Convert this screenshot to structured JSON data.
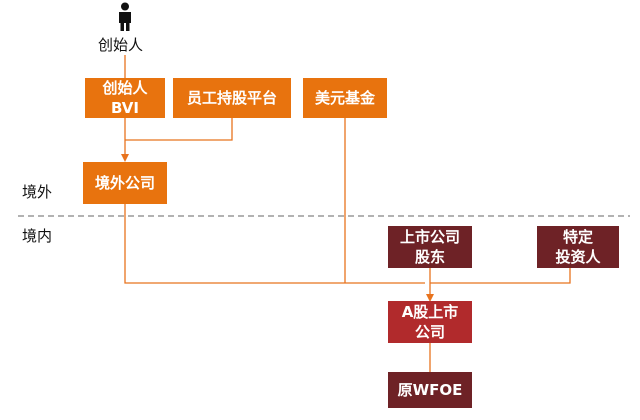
{
  "founder": {
    "label": "创始人",
    "icon": "person-icon"
  },
  "boxes": {
    "founder_bvi": "创始人\nBVI",
    "esop_platform": "员工持股平台",
    "usd_fund": "美元基金",
    "offshore_company": "境外公司",
    "listed_shareholders": "上市公司\n股东",
    "specific_investors": "特定\n投资人",
    "a_share_company": "A股上市\n公司",
    "original_wfoe": "原WFOE"
  },
  "regions": {
    "offshore": "境外",
    "onshore": "境内"
  },
  "colors": {
    "orange": "#e8730e",
    "red": "#b12a2c",
    "dark_red": "#6e2226",
    "line_orange": "#e8731e"
  }
}
